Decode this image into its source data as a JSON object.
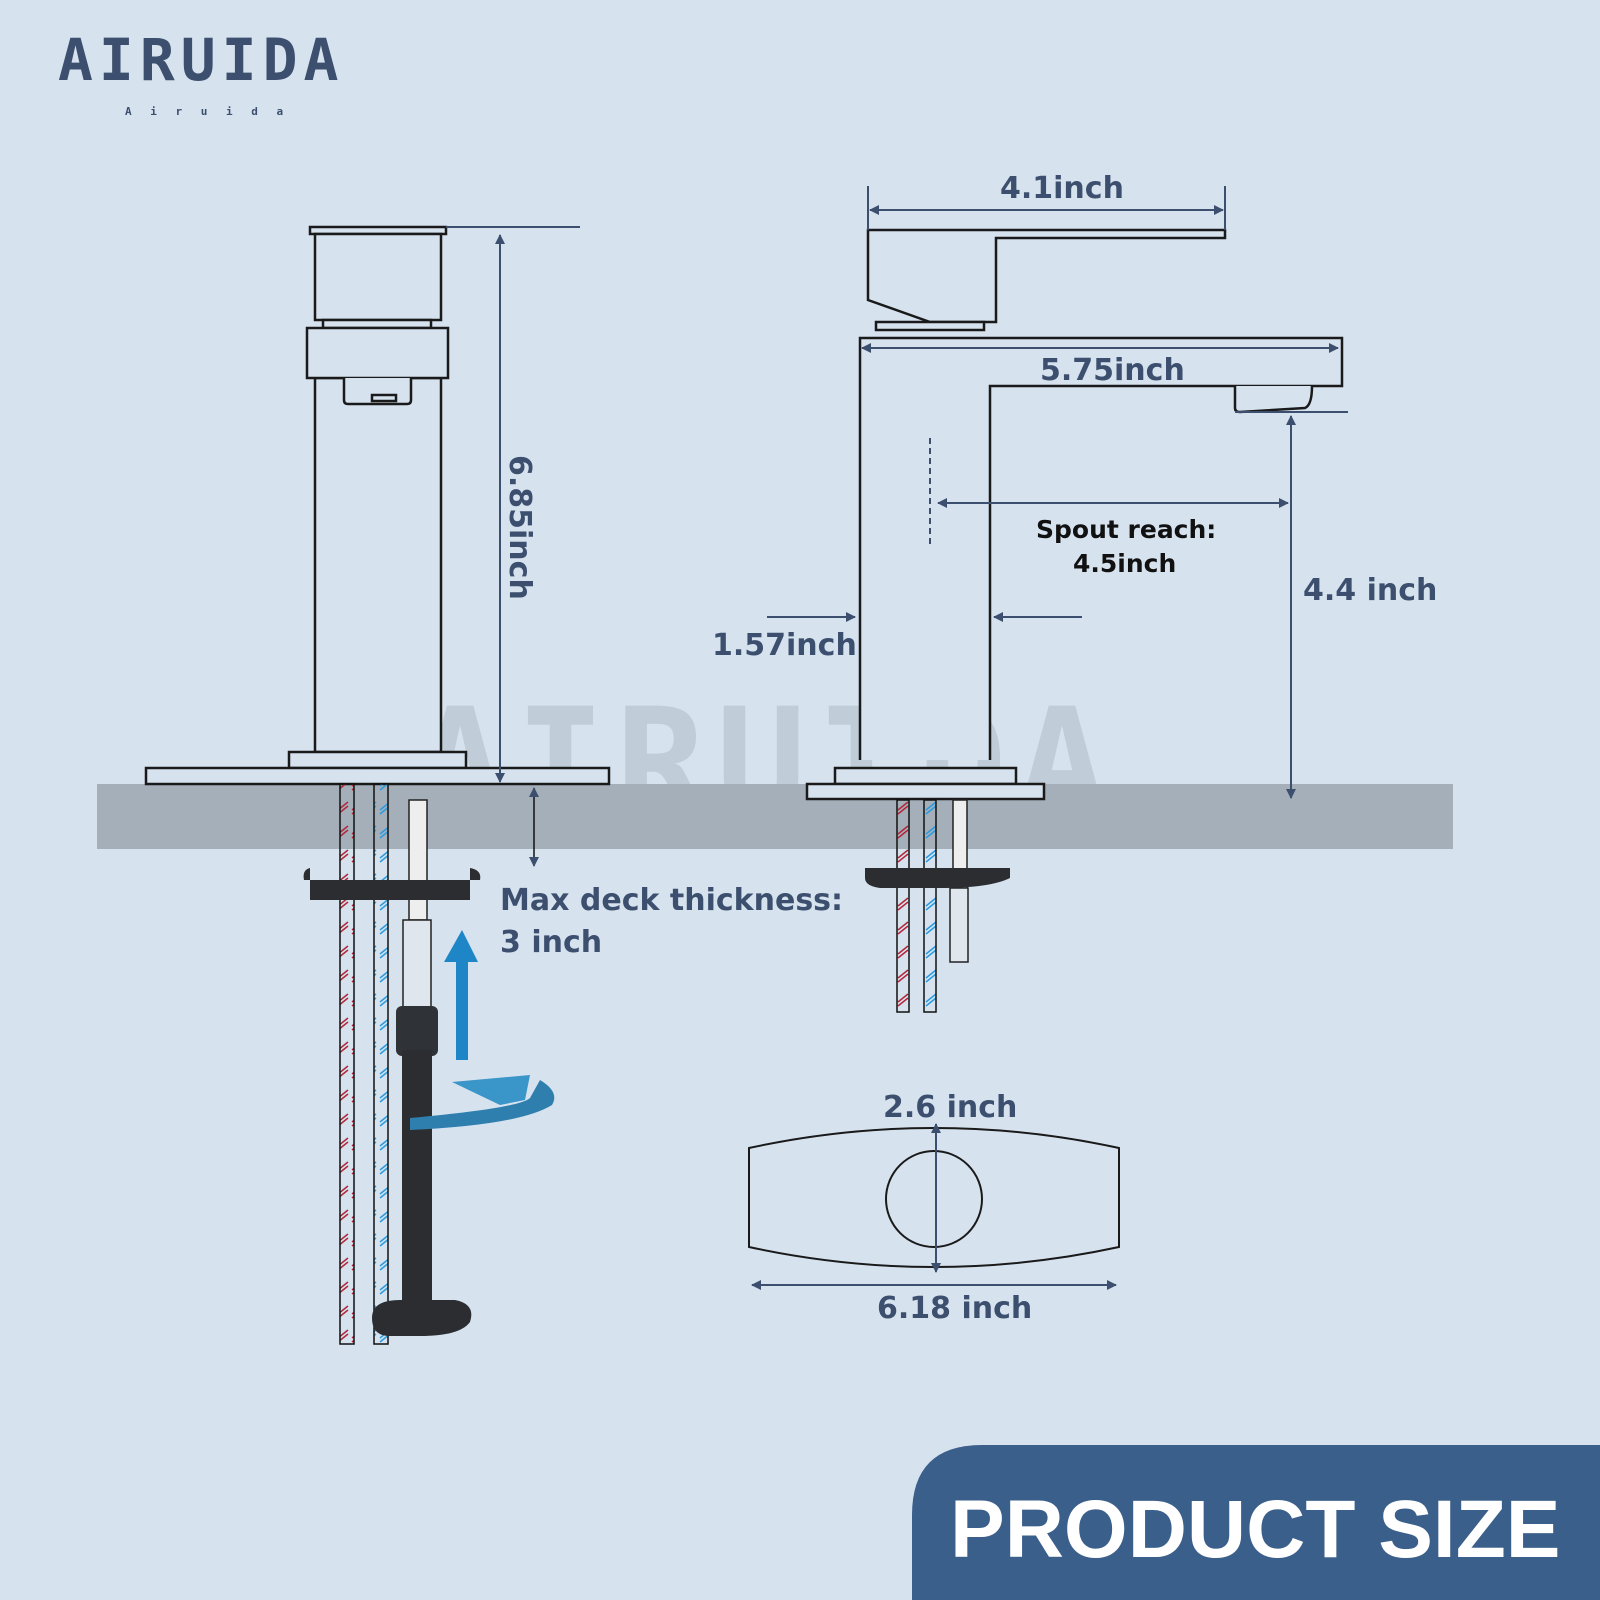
{
  "brand": {
    "logo": "AIRUIDA",
    "tagline": "A i r u i d a"
  },
  "dimensions": {
    "height_total": "6.85inch",
    "handle_length": "4.1inch",
    "spout_length": "5.75inch",
    "spout_reach_label": "Spout reach:",
    "spout_reach_value": "4.5inch",
    "spout_height": "4.4 inch",
    "body_width": "1.57inch",
    "deck_label": "Max deck thickness:",
    "deck_value": "3 inch",
    "plate_hole": "2.6 inch",
    "plate_width": "6.18 inch"
  },
  "badge": {
    "label": "PRODUCT SIZE"
  },
  "colors": {
    "background": "#d6e3ef",
    "text": "#3d4f6e",
    "deck": "#a5afb9",
    "badge": "#3a5f8a",
    "arrow": "#1e86c6"
  }
}
